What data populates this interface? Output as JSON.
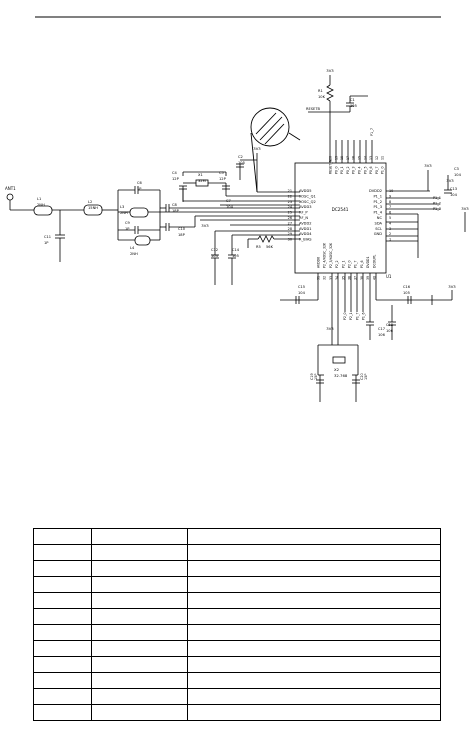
{
  "schematic": {
    "ic": {
      "name": "DC2541",
      "left_pins": [
        {
          "num": "21",
          "label": "AVDD5"
        },
        {
          "num": "22",
          "label": "XOSC_Q1"
        },
        {
          "num": "23",
          "label": "XOSC_Q2"
        },
        {
          "num": "24",
          "label": "AVDD3"
        },
        {
          "num": "25",
          "label": "RF_P"
        },
        {
          "num": "26",
          "label": "RF_N"
        },
        {
          "num": "27",
          "label": "AVDD2"
        },
        {
          "num": "28",
          "label": "AVDD1"
        },
        {
          "num": "29",
          "label": "AVDD4"
        },
        {
          "num": "30",
          "label": "R_BIAS"
        }
      ],
      "right_pins": [
        {
          "num": "10",
          "label": "DVDD2"
        },
        {
          "num": "9",
          "label": "P1_1"
        },
        {
          "num": "8",
          "label": "P1_2"
        },
        {
          "num": "7",
          "label": "P1_3"
        },
        {
          "num": "6",
          "label": "P1_4"
        },
        {
          "num": "5",
          "label": "NC"
        },
        {
          "num": "4",
          "label": "SDA"
        },
        {
          "num": "3",
          "label": "SCL"
        },
        {
          "num": "2",
          "label": "GND"
        },
        {
          "num": "1",
          "label": ""
        }
      ],
      "right_nets": [
        "P1_1",
        "P1_2",
        "P1_3"
      ],
      "top_pins": [
        {
          "num": "20",
          "label": "RESET_N"
        },
        {
          "num": "19",
          "label": "P0_0"
        },
        {
          "num": "18",
          "label": "P0_1"
        },
        {
          "num": "17",
          "label": "P0_2"
        },
        {
          "num": "16",
          "label": "P0_3"
        },
        {
          "num": "15",
          "label": "P0_4"
        },
        {
          "num": "14",
          "label": "P0_5"
        },
        {
          "num": "13",
          "label": "P0_6"
        },
        {
          "num": "12",
          "label": "P0_7"
        },
        {
          "num": "11",
          "label": "P1_0"
        }
      ],
      "bottom_pins": [
        {
          "num": "31",
          "label": "AVDD6"
        },
        {
          "num": "32",
          "label": "P2_4/XOSC_32K"
        },
        {
          "num": "33",
          "label": "P2_3/XOSC_32K"
        },
        {
          "num": "34",
          "label": "P2_2"
        },
        {
          "num": "35",
          "label": "P2_1"
        },
        {
          "num": "36",
          "label": "P2_0"
        },
        {
          "num": "37",
          "label": "P1_7"
        },
        {
          "num": "38",
          "label": "P1_6"
        },
        {
          "num": "39",
          "label": "DVDD1"
        },
        {
          "num": "40",
          "label": "DCOUPL"
        }
      ],
      "bottom_nets": [
        "P2_0",
        "P2_1",
        "P1_7",
        "P1_6"
      ],
      "top_net": "P1_7",
      "u_label": "U1"
    },
    "supplies": [
      "3V3",
      "3V3",
      "3V3",
      "3V3",
      "3V3",
      "3V3",
      "3V3",
      "3V3"
    ],
    "reset_net": "RESETB",
    "antenna": {
      "ref": "ANT1"
    },
    "xtal_main": {
      "ref": "X1",
      "value": "32M"
    },
    "xtal_32k": {
      "ref": "X2",
      "value": "32.768"
    },
    "components": [
      {
        "ref": "R1",
        "value": "10K"
      },
      {
        "ref": "C1",
        "value": "105"
      },
      {
        "ref": "C2",
        "value": "105"
      },
      {
        "ref": "C3",
        "value": "104"
      },
      {
        "ref": "C4",
        "value": "12P"
      },
      {
        "ref": "C5",
        "value": "12P"
      },
      {
        "ref": "C6",
        "value": "1P"
      },
      {
        "ref": "C7",
        "value": "104"
      },
      {
        "ref": "C8",
        "value": "18P"
      },
      {
        "ref": "C9",
        "value": "1P"
      },
      {
        "ref": "C10",
        "value": "18P"
      },
      {
        "ref": "C11",
        "value": "1P"
      },
      {
        "ref": "C12",
        "value": "104"
      },
      {
        "ref": "C13",
        "value": "104"
      },
      {
        "ref": "C14",
        "value": "105"
      },
      {
        "ref": "C15",
        "value": "104"
      },
      {
        "ref": "C16",
        "value": "105"
      },
      {
        "ref": "C17",
        "value": "106"
      },
      {
        "ref": "C18",
        "value": "106"
      },
      {
        "ref": "C19",
        "value": "15P"
      },
      {
        "ref": "C20",
        "value": "15P"
      },
      {
        "ref": "L1",
        "value": "2NH"
      },
      {
        "ref": "L2",
        "value": "15NH"
      },
      {
        "ref": "L3",
        "value": "2NH"
      },
      {
        "ref": "L4",
        "value": "2NH"
      },
      {
        "ref": "R5",
        "value": "56K"
      }
    ]
  },
  "bom_table": {
    "rows": [
      [
        "",
        "",
        ""
      ],
      [
        "",
        "",
        ""
      ],
      [
        "",
        "",
        ""
      ],
      [
        "",
        "",
        ""
      ],
      [
        "",
        "",
        ""
      ],
      [
        "",
        "",
        ""
      ],
      [
        "",
        "",
        ""
      ],
      [
        "",
        "",
        ""
      ],
      [
        "",
        "",
        ""
      ],
      [
        "",
        "",
        ""
      ],
      [
        "",
        "",
        ""
      ],
      [
        "",
        "",
        ""
      ]
    ]
  }
}
